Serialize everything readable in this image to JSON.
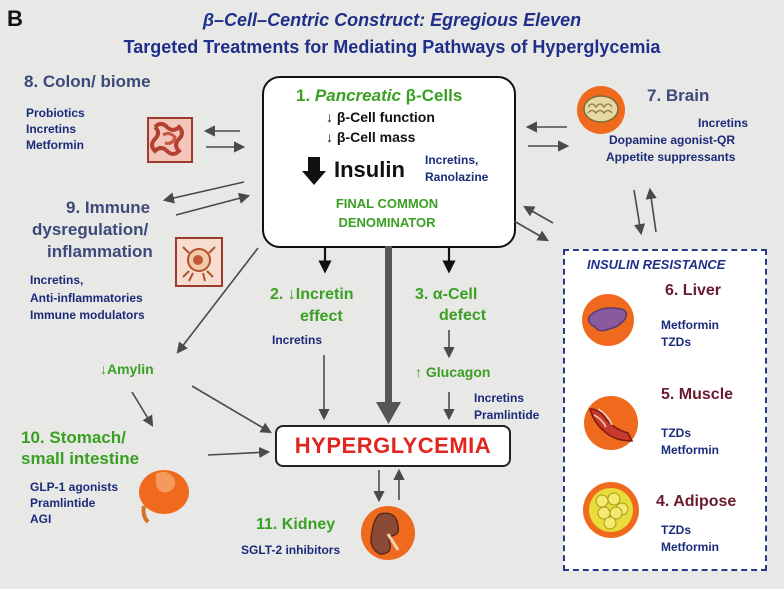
{
  "panel_letter": "B",
  "title": {
    "line1": "β–Cell–Centric Construct: Egregious Eleven",
    "line2": "Targeted Treatments for Mediating Pathways of Hyperglycemia"
  },
  "center": {
    "title_num": "1. ",
    "title_italic": "Pancreatic",
    "title_rest": " β-Cells",
    "item1": "↓ β-Cell function",
    "item2": "↓ β-Cell mass",
    "insulin_label": "Insulin",
    "insulin_treatments_1": "Incretins,",
    "insulin_treatments_2": "Ranolazine",
    "footer_1": "FINAL COMMON",
    "footer_2": "DENOMINATOR"
  },
  "colon": {
    "title": "8. Colon/ biome",
    "t1": "Probiotics",
    "t2": "Incretins",
    "t3": "Metformin"
  },
  "immune": {
    "title1": "9.  Immune",
    "title2": "dysregulation/",
    "title3": "inflammation",
    "t1": "Incretins,",
    "t2": "Anti-inflammatories",
    "t3": "Immune modulators"
  },
  "brain": {
    "title": "7. Brain",
    "t1": "Incretins",
    "t2": "Dopamine agonist-QR",
    "t3": "Appetite suppressants"
  },
  "incretin": {
    "title1": "2. ↓Incretin",
    "title2": "effect",
    "t1": "Incretins"
  },
  "alpha": {
    "title1": "3. α-Cell",
    "title2": "defect",
    "glucagon": "↑ Glucagon",
    "t1": "Incretins",
    "t2": "Pramlintide"
  },
  "amylin": "↓Amylin",
  "stomach": {
    "title1": "10. Stomach/",
    "title2": "small intestine",
    "t1": "GLP-1 agonists",
    "t2": "Pramlintide",
    "t3": "AGI"
  },
  "hyperglycemia": "HYPERGLYCEMIA",
  "kidney": {
    "title": "11.  Kidney",
    "t1": "SGLT-2 inhibitors"
  },
  "insulin_resistance": {
    "title": "INSULIN RESISTANCE",
    "liver_title": "6. Liver",
    "liver_t1": "Metformin",
    "liver_t2": "TZDs",
    "muscle_title": "5. Muscle",
    "muscle_t1": "TZDs",
    "muscle_t2": "Metformin",
    "adipose_title": "4. Adipose",
    "adipose_t1": "TZDs",
    "adipose_t2": "Metformin"
  },
  "colors": {
    "navy": "#1a2b7a",
    "green": "#3aa023",
    "red": "#e0261f",
    "maroon": "#6a1a2e",
    "dashed_border": "#243a86",
    "background": "#e8e8e6"
  },
  "icons": [
    "colon-icon",
    "immune-cell-icon",
    "brain-icon",
    "stomach-icon",
    "kidney-icon",
    "liver-icon",
    "muscle-icon",
    "adipose-icon",
    "insulin-down-arrow-icon"
  ]
}
